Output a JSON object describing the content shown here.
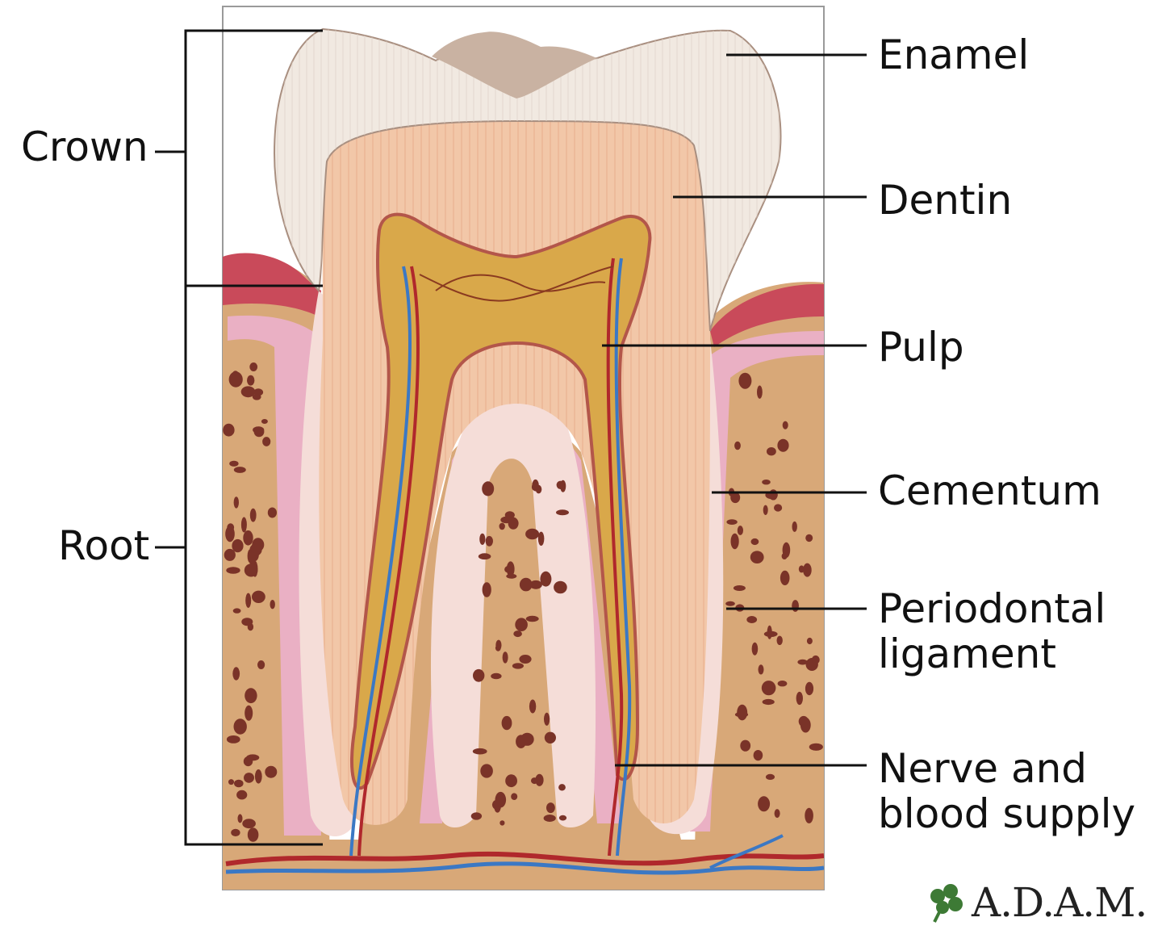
{
  "labels": {
    "crown": "Crown",
    "root": "Root",
    "enamel": "Enamel",
    "dentin": "Dentin",
    "pulp": "Pulp",
    "cementum": "Cementum",
    "periodontal_line1": "Periodontal",
    "periodontal_line2": "ligament",
    "nerve_line1": "Nerve and",
    "nerve_line2": "blood supply"
  },
  "brand": {
    "name": "A.D.A.M.",
    "logo_icon": "leaf-icon"
  },
  "colors": {
    "enamel": "#f1e9e1",
    "dentin": "#f2c7a8",
    "pulp": "#d9a84a",
    "cementum": "#f5ddd8",
    "ligament": "#eab0c4",
    "bone": "#d8a878",
    "bone_pores": "#7a3328",
    "gum": "#c94a5a",
    "nerve_blue": "#3b78c4",
    "vessel_red": "#b0282c",
    "frame": "#999999",
    "brand_leaf": "#3d7a35"
  }
}
